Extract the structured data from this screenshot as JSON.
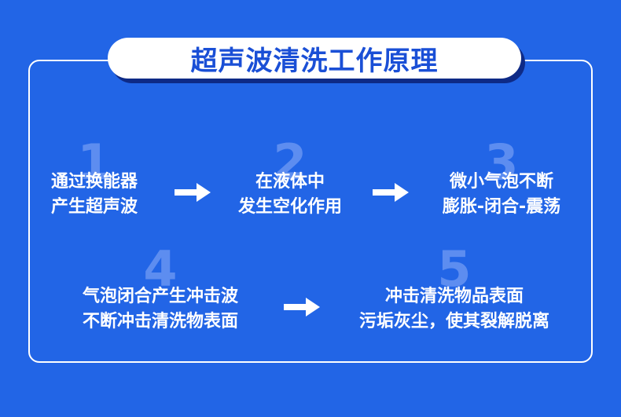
{
  "title": "超声波清洗工作原理",
  "steps": [
    {
      "number": "1",
      "lines": [
        "通过换能器",
        "产生超声波"
      ]
    },
    {
      "number": "2",
      "lines": [
        "在液体中",
        "发生空化作用"
      ]
    },
    {
      "number": "3",
      "lines": [
        "微小气泡不断",
        "膨胀-闭合-震荡"
      ]
    },
    {
      "number": "4",
      "lines": [
        "气泡闭合产生冲击波",
        "不断冲击清洗物表面"
      ]
    },
    {
      "number": "5",
      "lines": [
        "冲击清洗物品表面",
        "污垢灰尘，使其裂解脱离"
      ]
    }
  ],
  "colors": {
    "background": "#2265e6",
    "title_text": "#1a4fd6",
    "title_shadow": "#0e2a86",
    "step_number": "#5d8df0",
    "text": "#ffffff"
  },
  "icons": [
    "right-arrow-icon"
  ]
}
